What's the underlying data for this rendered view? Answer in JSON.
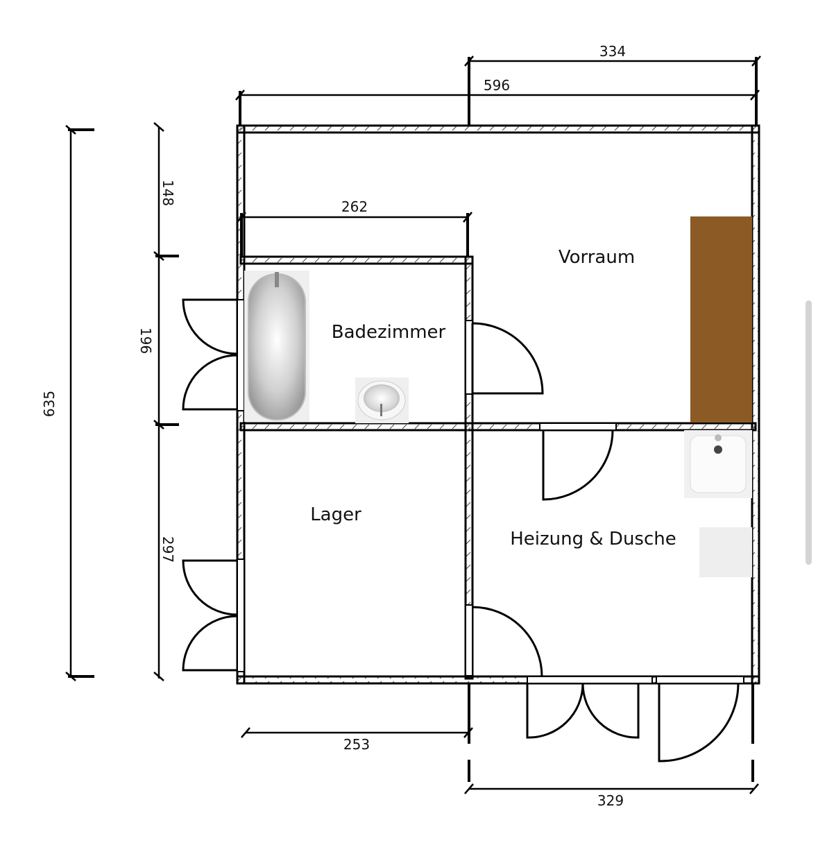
{
  "plan": {
    "rooms": {
      "vorraum": "Vorraum",
      "badezimmer": "Badezimmer",
      "lager": "Lager",
      "heizung": "Heizung & Dusche"
    },
    "dimensions": {
      "top_right": "334",
      "top_total": "596",
      "bad_width": "262",
      "lager_width": "253",
      "bottom_right": "329",
      "left_total": "635",
      "left_vorraum": "148",
      "left_bad": "196",
      "left_lager": "297"
    },
    "fixtures": {
      "bathtub": "bathtub",
      "washbasin": "washbasin",
      "sink": "sink",
      "cabinet": "cabinet",
      "boiler": "boiler"
    },
    "colors": {
      "wall": "#000000",
      "cabinet": "#8B5A25",
      "fixture_bg": "#eeeeee",
      "scrollbar": "#d4d4d4"
    }
  }
}
